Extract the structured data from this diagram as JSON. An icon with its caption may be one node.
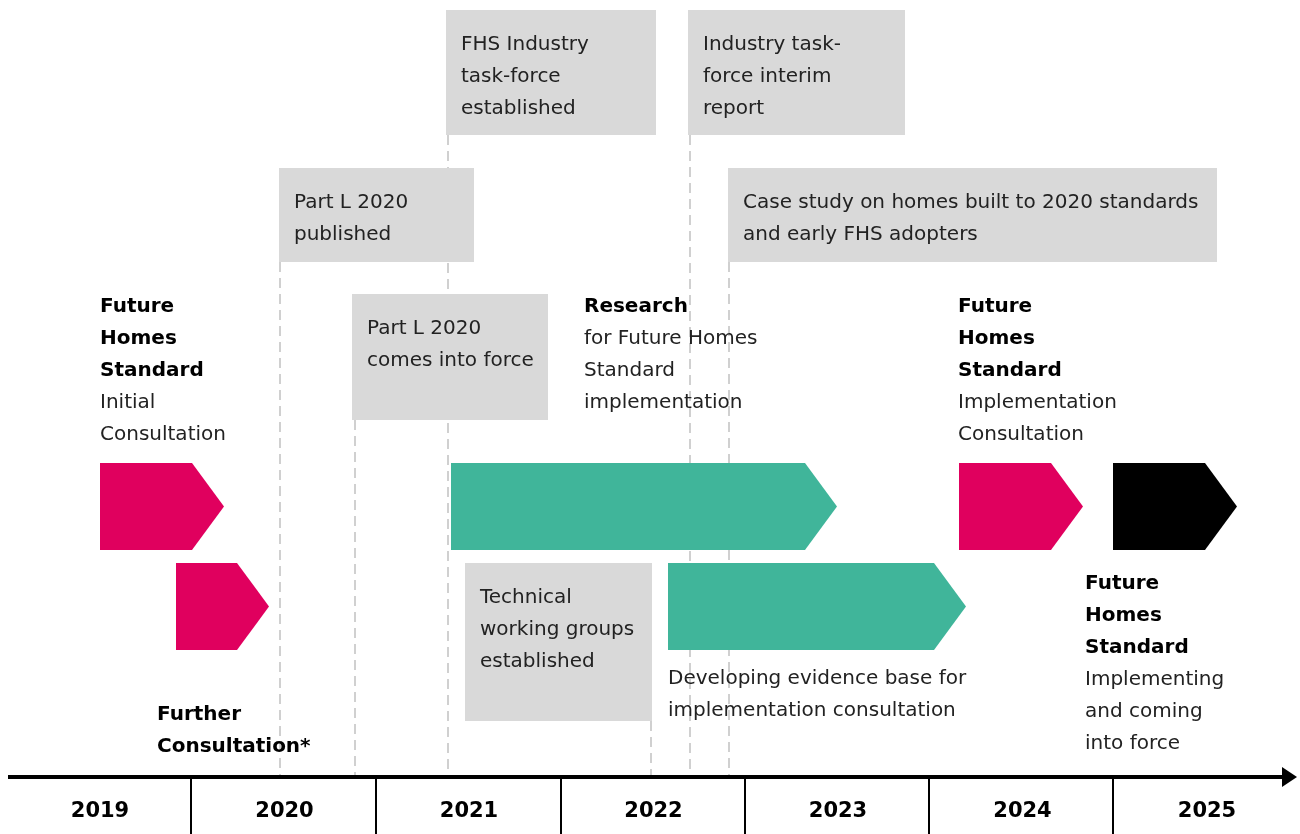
{
  "diagram": {
    "nodes": [
      {
        "text": [
          "FHS Industry task-force established"
        ]
      },
      {
        "text": [
          "Industry task-force interim report"
        ]
      },
      {
        "text": [
          "Part L 2020 published"
        ]
      },
      {
        "text": [
          "Case study on homes built to 2020 standards and early FHS adopters"
        ]
      },
      {
        "text": [
          "Future Homes Standard",
          "Initial Consultation"
        ]
      },
      {
        "text": [
          "Part L 2020 comes into force"
        ]
      },
      {
        "text": [
          "Research",
          "for Future Homes Standard implementation"
        ]
      },
      {
        "text": [
          "Future Homes Standard",
          "Implementation Consultation"
        ]
      },
      {
        "text": [
          "Technical working groups established"
        ]
      },
      {
        "text": [
          "Developing evidence base for implementation consultation"
        ]
      },
      {
        "text": [
          "Future Homes Standard",
          "Implementing and coming into force"
        ]
      },
      {
        "text": [
          "Further Consultation*"
        ]
      }
    ],
    "labels": [
      "2019",
      "2020",
      "2021",
      "2022",
      "2023",
      "2024",
      "2025"
    ]
  }
}
